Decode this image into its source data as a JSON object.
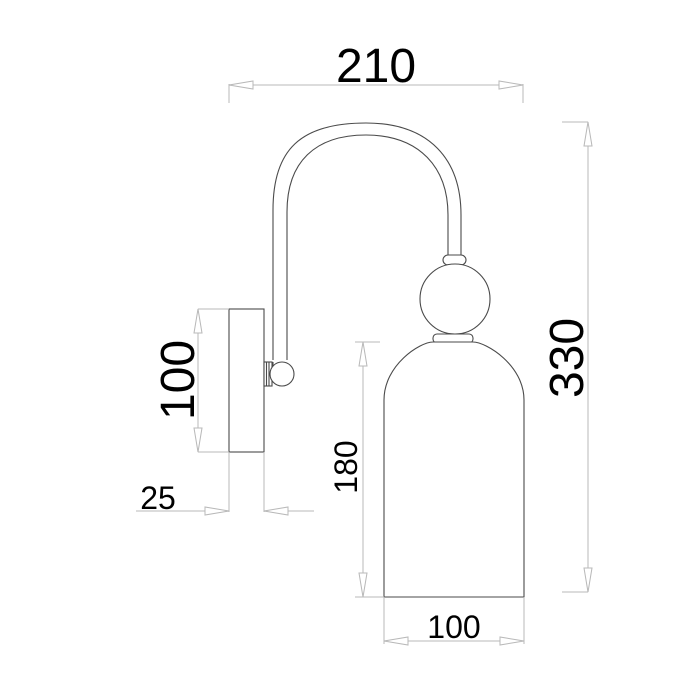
{
  "drawing": {
    "subject": "wall-sconce-lamp",
    "units": "mm",
    "colors": {
      "outline": "#4a4a4a",
      "dimension_line": "#b8b8b8",
      "text": "#000000",
      "background": "#ffffff"
    }
  },
  "dimensions": {
    "overall_width": {
      "label": "210"
    },
    "overall_height": {
      "label": "330"
    },
    "backplate_height": {
      "label": "100"
    },
    "backplate_depth": {
      "label": "25"
    },
    "shade_height": {
      "label": "180"
    },
    "shade_width": {
      "label": "100"
    }
  }
}
